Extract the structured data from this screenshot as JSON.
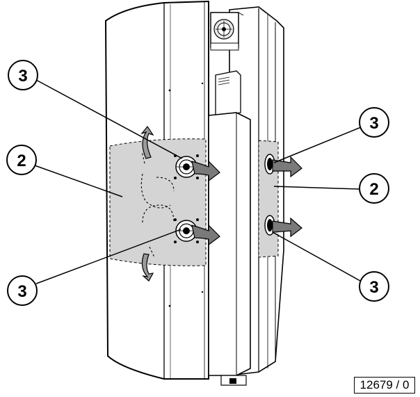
{
  "callouts": [
    {
      "id": "c1",
      "label": "3"
    },
    {
      "id": "c2",
      "label": "2"
    },
    {
      "id": "c3",
      "label": "3"
    },
    {
      "id": "c4",
      "label": "3"
    },
    {
      "id": "c5",
      "label": "2"
    },
    {
      "id": "c6",
      "label": "3"
    }
  ],
  "reference_code": "12679 / 0",
  "colors": {
    "shaded_zone": "#d4d4d4",
    "arrow_fill": "#777777",
    "outline": "#000000",
    "body": "#ffffff"
  }
}
